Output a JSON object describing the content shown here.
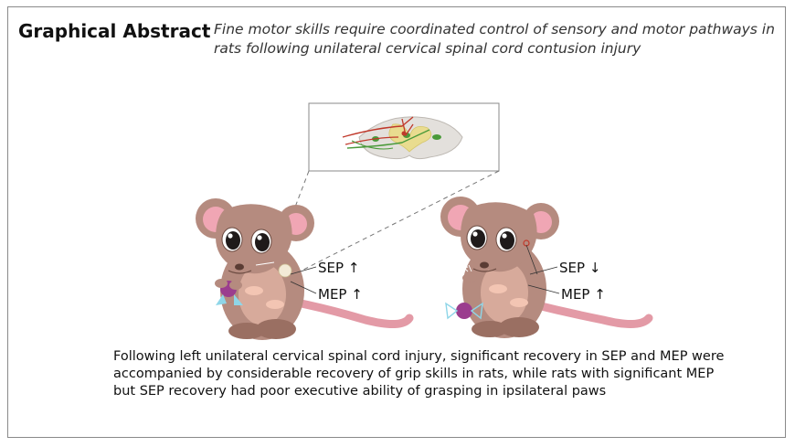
{
  "header": {
    "heading": "Graphical Abstract",
    "subtitle": "Fine motor skills require coordinated control of sensory and motor pathways in rats following unilateral cervical spinal cord contusion injury"
  },
  "labels": {
    "left_sep": "SEP ↑",
    "left_mep": "MEP ↑",
    "right_sep": "SEP ↓",
    "right_mep": "MEP ↑"
  },
  "caption": "Following left unilateral cervical spinal cord injury, significant recovery in SEP and MEP were accompanied by considerable recovery of grip skills in rats, while rats with significant MEP but SEP recovery had poor executive ability of grasping in ipsilateral paws",
  "colors": {
    "fur": "#b58b7f",
    "fur_dark": "#9a6f62",
    "ear_inner": "#f0a6b4",
    "belly": "#f3c5b3",
    "tail": "#e39aa6",
    "candy": "#9b3d8e",
    "wrapper": "#8fd6e8",
    "pathway_red": "#c0392b",
    "pathway_green": "#4a9a3a",
    "grey_matter": "#e9dc8f"
  }
}
